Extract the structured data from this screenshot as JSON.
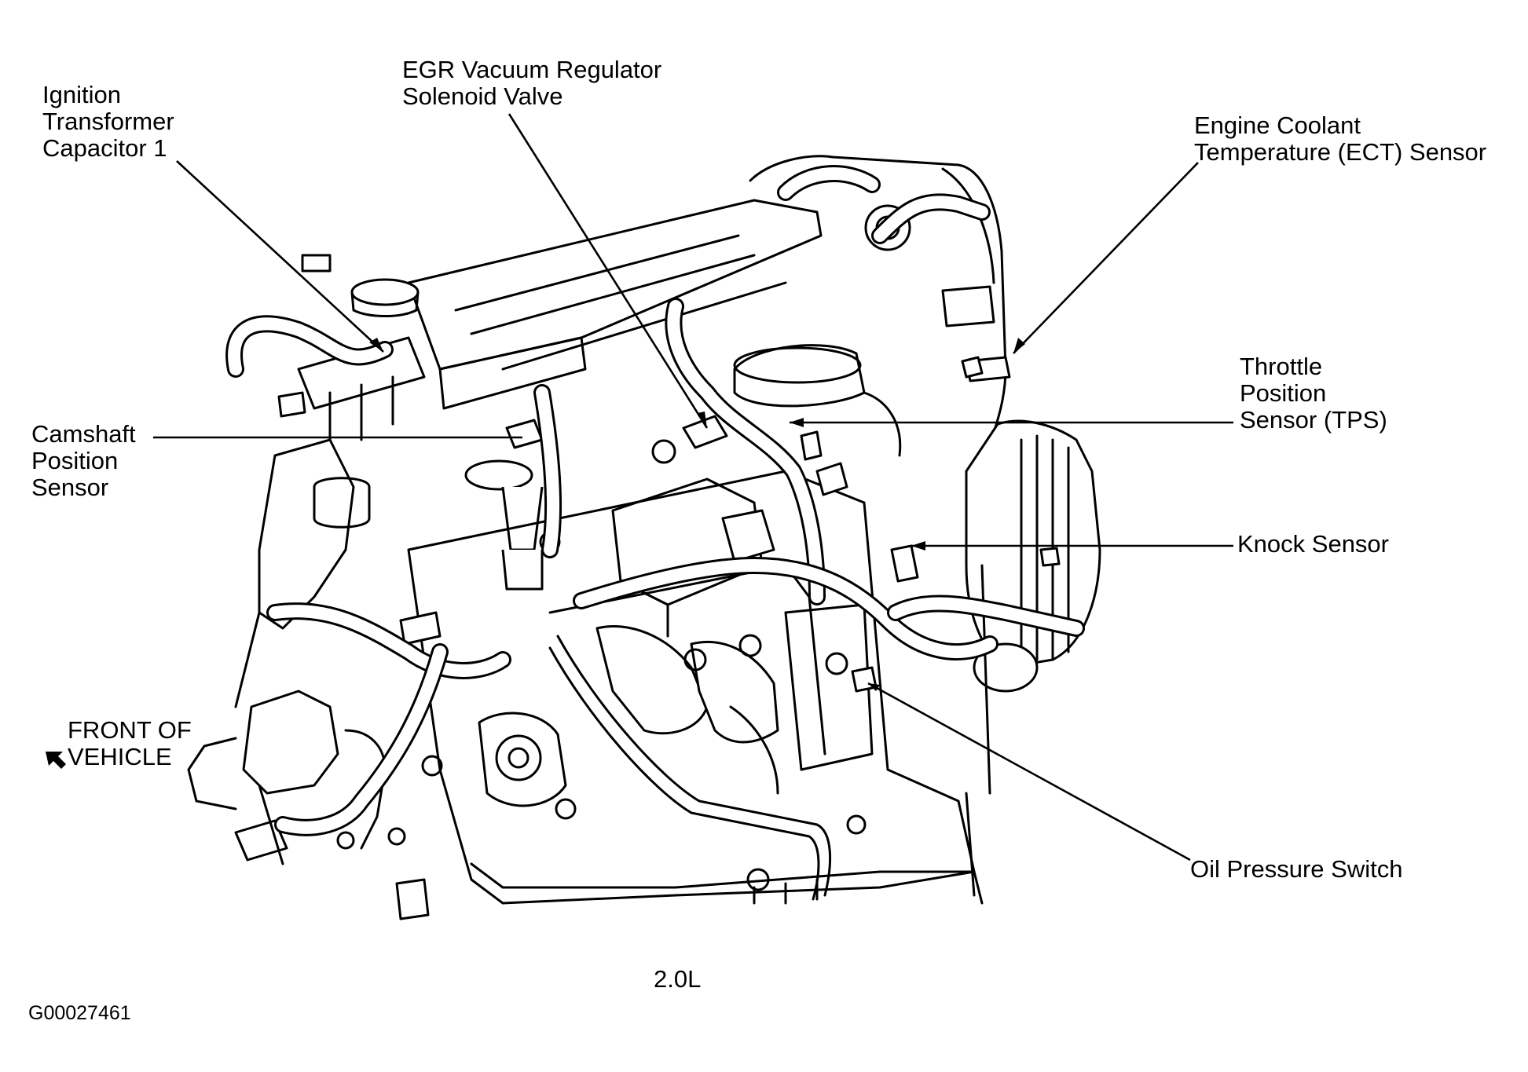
{
  "labels": {
    "ignition": [
      "Ignition",
      "Transformer",
      "Capacitor 1"
    ],
    "egr": [
      "EGR Vacuum Regulator",
      "Solenoid Valve"
    ],
    "ect": [
      "Engine Coolant",
      "Temperature (ECT) Sensor"
    ],
    "tps": [
      "Throttle",
      "Position",
      "Sensor (TPS)"
    ],
    "cam": [
      "Camshaft",
      "Position",
      "Sensor"
    ],
    "knock": "Knock Sensor",
    "oil": "Oil Pressure Switch",
    "front": [
      "FRONT OF",
      "VEHICLE"
    ],
    "engine": "2.0L",
    "figure_id": "G00027461"
  },
  "icons": {
    "front_arrow": "arrow-up-left-icon"
  }
}
